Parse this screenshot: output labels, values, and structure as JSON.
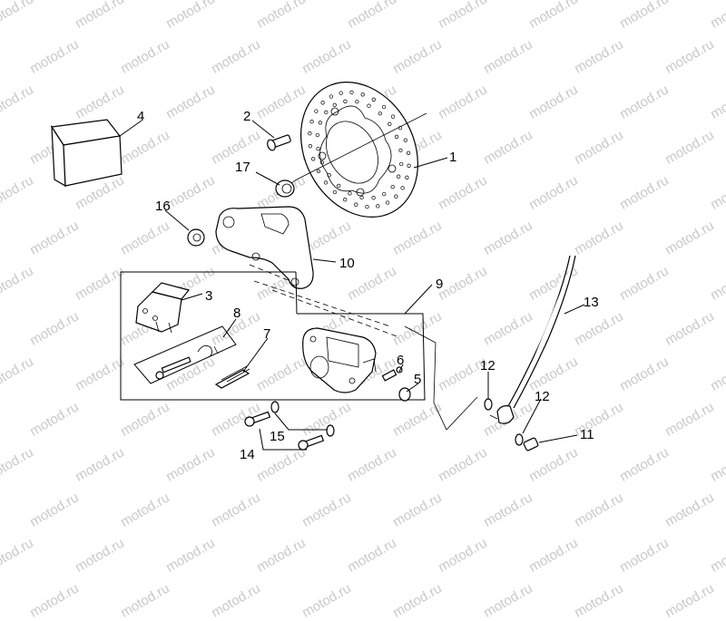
{
  "watermark": "motod.ru",
  "callouts": [
    "1",
    "2",
    "3",
    "4",
    "5",
    "6",
    "7",
    "8",
    "9",
    "10",
    "11",
    "12",
    "12",
    "13",
    "14",
    "15",
    "16",
    "17"
  ]
}
